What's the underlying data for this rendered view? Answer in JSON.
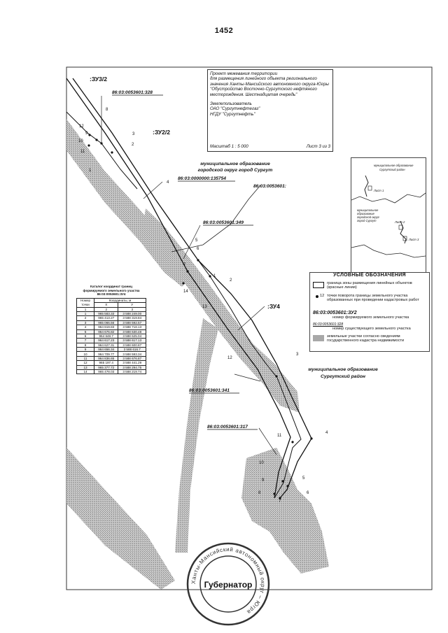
{
  "page_number": "1452",
  "title_block": {
    "project_lines": [
      "Проект межевания территории",
      "для размещения линейного объекта регионального",
      "значения Ханты-Мансийского автономного округа-Югры",
      "\"Обустройство Восточно-Сургутского нефтяного",
      "месторождения. Шестнадцатая очередь\""
    ],
    "landuser_label": "Землепользователь",
    "landuser_lines": [
      "ОАО \"Сургутнефтегаз\"",
      "НГДУ \"Сургутнефть\""
    ],
    "scale": "Масштаб 1 : 5 000",
    "sheet": "Лист 3 из 3"
  },
  "parcel_labels": {
    "zu3_2": ":ЗУ3/2",
    "zu2_2": ":ЗУ2/2",
    "zu4": ":ЗУ4"
  },
  "cadastral_labels": {
    "c328": "86:03:0053601:328",
    "c135754": "86:03:0000000:135754",
    "c0053601": "86:03:0053601:",
    "c349": "86:03:0053601:349",
    "c341": "86:03:0053601:341",
    "c317": "86:03:0053601:317"
  },
  "municipality_labels": {
    "surgut_city": [
      "муниципальное образование",
      "городской округ город Сургут"
    ],
    "surgut_district": [
      "муниципальное образование",
      "Сургутский район"
    ]
  },
  "point_labels": {
    "upper": [
      "12",
      "8",
      "9",
      "10",
      "11",
      "3",
      "2",
      "1"
    ],
    "middle": [
      "4",
      "5",
      "6",
      "7",
      "14",
      "13",
      "1",
      "2",
      "12"
    ],
    "lower": [
      "3",
      "4",
      "11",
      "10",
      "9",
      "8",
      "5",
      "6",
      "7"
    ]
  },
  "inset": {
    "label_top": [
      "муниципальное образование",
      "Сургутский район"
    ],
    "label_mid": [
      "муниципальное",
      "образование",
      "городской округ",
      "город Сургут"
    ],
    "sheet1": "Лист 1",
    "sheet2": "Лист 2",
    "sheet3": "Лист 3"
  },
  "legend": {
    "title": "УСЛОВНЫЕ ОБОЗНАЧЕНИЯ",
    "item1": "граница зоны размещения линейных объектов (красные линии)",
    "item2_num": "12",
    "item2": "точки поворота границы земельного участка образованных при проведении кадастровых работ",
    "item3_code": "86:03:0053601:ЗУ2",
    "item3": "номер формируемого земельного участка",
    "item4_code": "86:03:0053601:328",
    "item4": "номер существующего земельного участка",
    "item5": "земельные участки согласно сведениям государственного кадастра недвижимости"
  },
  "catalog": {
    "title_lines": [
      "Каталог координат границ",
      "формируемого земельного участка",
      "86:03:0053601:ЗУ4"
    ],
    "header_point": "Номер точки",
    "header_coords": "Координаты, м",
    "header_x": "X",
    "header_y": "У",
    "header_idx": [
      "1",
      "2",
      "3"
    ],
    "rows": [
      [
        "1",
        "965 583.33",
        "3 588 249.00"
      ],
      [
        "2",
        "965 413.27",
        "3 588 319.84"
      ],
      [
        "3",
        "965 066.56",
        "3 588 592.57"
      ],
      [
        "4",
        "964 819.83",
        "3 588 718.13"
      ],
      [
        "5",
        "964 676.82",
        "3 588 630.48"
      ],
      [
        "6",
        "964 648.7",
        "3 588 625.04"
      ],
      [
        "7",
        "964 617.23",
        "3 588 617.13"
      ],
      [
        "8",
        "964 627.31",
        "3 588 600.87"
      ],
      [
        "9",
        "964 656.34",
        "3 588 616.7"
      ],
      [
        "10",
        "964 709.77",
        "3 588 593.34"
      ],
      [
        "11",
        "964 836.65",
        "3 588 676.87"
      ],
      [
        "12",
        "965 197.4",
        "3 588 441.29"
      ],
      [
        "13",
        "965 377.72",
        "3 588 294.75"
      ],
      [
        "14",
        "965 478.03",
        "3 588 219.74"
      ]
    ]
  },
  "stamp": {
    "center": "Губернатор",
    "ring": "Ханты-Мансийский автономный округ – Югра"
  },
  "colors": {
    "hatch": "#9a9a9a",
    "line": "#111111",
    "stamp": "#333333"
  }
}
